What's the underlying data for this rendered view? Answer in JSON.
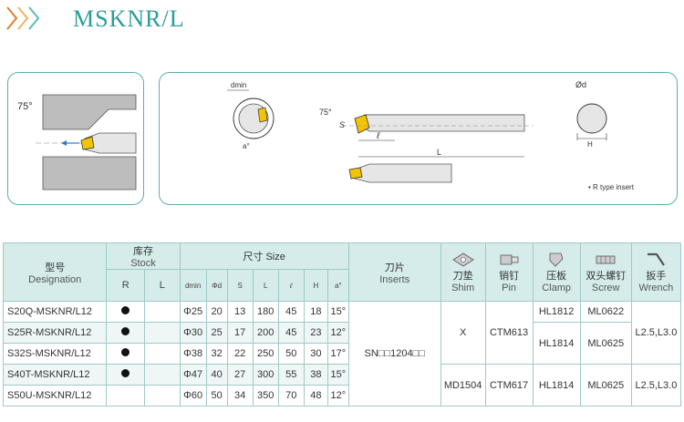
{
  "title": "MSKNR/L",
  "left_diagram": {
    "angle": "75°"
  },
  "right_diagram": {
    "dmin": "dmin",
    "a_label": "a°",
    "angle": "75°",
    "s": "S",
    "l": "ℓ",
    "L": "L",
    "od": "Ød",
    "H": "H",
    "insert_note": "• R type insert"
  },
  "table": {
    "headers": {
      "model_cn": "型号",
      "model_en": "Designation",
      "stock_cn": "库存",
      "stock_en": "Stock",
      "stock_r": "R",
      "stock_l": "L",
      "size_cn": "尺寸",
      "size_en": "Size",
      "dims": [
        "dmin",
        "Φd",
        "S",
        "L",
        "ℓ",
        "H",
        "a°"
      ],
      "inserts_cn": "刀片",
      "inserts_en": "Inserts",
      "shim_cn": "刀垫",
      "shim_en": "Shim",
      "pin_cn": "销钉",
      "pin_en": "Pin",
      "clamp_cn": "压板",
      "clamp_en": "Clamp",
      "screw_cn": "双头螺钉",
      "screw_en": "Screw",
      "wrench_cn": "扳手",
      "wrench_en": "Wrench"
    },
    "rows": [
      {
        "designation": "S20Q-MSKNR/L12",
        "stock_r": true,
        "dmin": "Φ25",
        "d": "20",
        "s": "13",
        "L": "180",
        "l": "45",
        "H": "18",
        "a": "15°"
      },
      {
        "designation": "S25R-MSKNR/L12",
        "stock_r": true,
        "dmin": "Φ30",
        "d": "25",
        "s": "17",
        "L": "200",
        "l": "45",
        "H": "23",
        "a": "12°"
      },
      {
        "designation": "S32S-MSKNR/L12",
        "stock_r": true,
        "dmin": "Φ38",
        "d": "32",
        "s": "22",
        "L": "250",
        "l": "50",
        "H": "30",
        "a": "17°"
      },
      {
        "designation": "S40T-MSKNR/L12",
        "stock_r": true,
        "dmin": "Φ47",
        "d": "40",
        "s": "27",
        "L": "300",
        "l": "55",
        "H": "38",
        "a": "15°"
      },
      {
        "designation": "S50U-MSKNR/L12",
        "stock_r": false,
        "dmin": "Φ60",
        "d": "50",
        "s": "34",
        "L": "350",
        "l": "70",
        "H": "48",
        "a": "12°"
      }
    ],
    "insert": "SN□□1204□□",
    "shim_a": "X",
    "pin_a": "CTM613",
    "clamp_a1": "HL1812",
    "clamp_a2": "HL1814",
    "screw_a1": "ML0622",
    "screw_a2": "ML0625",
    "wrench_a": "L2.5,L3.0",
    "shim_b": "MD1504",
    "pin_b": "CTM617",
    "clamp_b": "HL1814",
    "screw_b": "ML0625",
    "wrench_b": "L2.5,L3.0"
  },
  "colors": {
    "accent": "#2a9d9a",
    "header_bg": "#d5eceb",
    "border": "#9fc9c7"
  }
}
